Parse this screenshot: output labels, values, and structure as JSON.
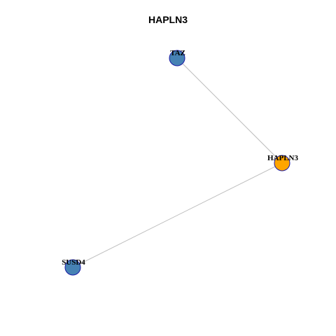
{
  "title": "HAPLN3",
  "colors": {
    "edge": "#bdbdbd",
    "center_node_fill": "#ffa500",
    "neighbor_node_fill": "#4682b4",
    "node_stroke": "#1a1aa6"
  },
  "network": {
    "nodes": [
      {
        "id": "TAZ",
        "label": "TAZ",
        "role": "neighbor"
      },
      {
        "id": "HAPLN3",
        "label": "HAPLN3",
        "role": "center"
      },
      {
        "id": "SUSD4",
        "label": "SUSD4",
        "role": "neighbor"
      }
    ],
    "edges": [
      {
        "source": "TAZ",
        "target": "HAPLN3"
      },
      {
        "source": "SUSD4",
        "target": "HAPLN3"
      }
    ]
  }
}
